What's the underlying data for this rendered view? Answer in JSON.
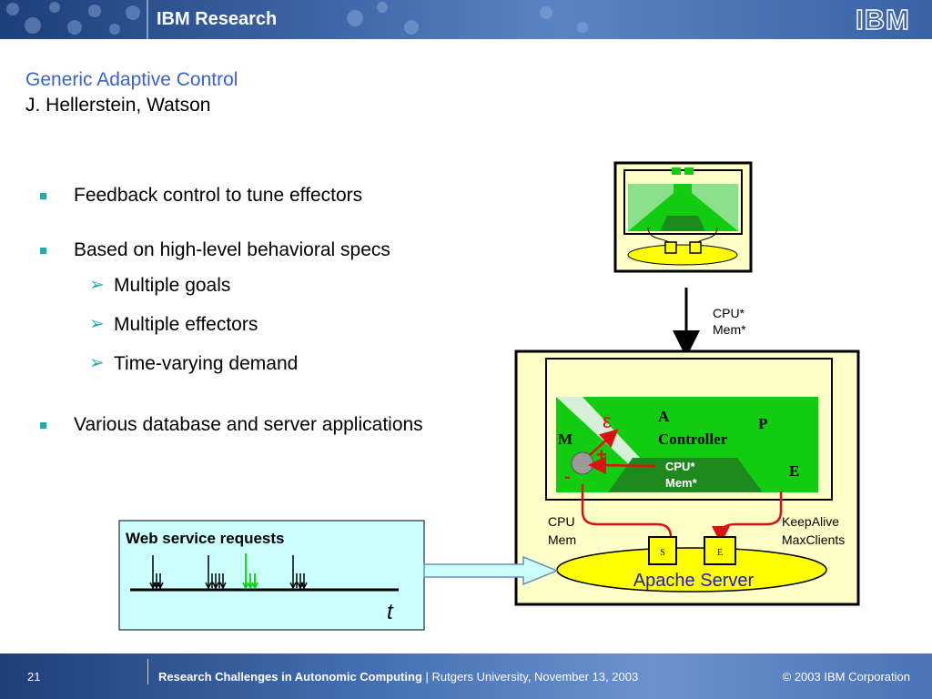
{
  "header": {
    "title": "IBM Research",
    "logo_text": "IBM"
  },
  "slide": {
    "title": "Generic Adaptive Control",
    "subtitle": "J. Hellerstein, Watson",
    "bullets": [
      {
        "text": "Feedback control to tune effectors"
      },
      {
        "text": "Based on high-level behavioral specs",
        "sub": [
          "Multiple goals",
          "Multiple effectors",
          "Time-varying demand"
        ]
      },
      {
        "text": "Various database and server applications"
      }
    ]
  },
  "diagram": {
    "arrow_label_cpu": "CPU*",
    "arrow_label_mem": "Mem*",
    "epsilon": "ε",
    "a_label": "A",
    "controller_label": "Controller",
    "p_label": "P",
    "m_label": "M",
    "e_label": "E",
    "plus": "+",
    "minus": "-",
    "inner_cpu": "CPU*",
    "inner_mem": "Mem*",
    "left_cpu": "CPU",
    "left_mem": "Mem",
    "keepalive": "KeepAlive",
    "maxclients": "MaxClients",
    "s_box": "S",
    "e_box": "E",
    "apache": "Apache Server",
    "web_requests": "Web service requests",
    "t_label": "t"
  },
  "footer": {
    "page_number": "21",
    "presentation": "Research Challenges in Autonomic Computing",
    "separator": "|",
    "venue": "Rutgers University, November 13, 2003",
    "copyright": "© 2003 IBM Corporation"
  },
  "colors": {
    "header_blue": "#3d66a8",
    "title_blue": "#3a63c8",
    "bullet_teal": "#2aa9a6",
    "panel_yellow": "#ffffc8",
    "controller_green": "#11cc11",
    "dark_green": "#1e8a1e",
    "request_panel": "#ccffff",
    "feedback_red": "#dd1111"
  }
}
